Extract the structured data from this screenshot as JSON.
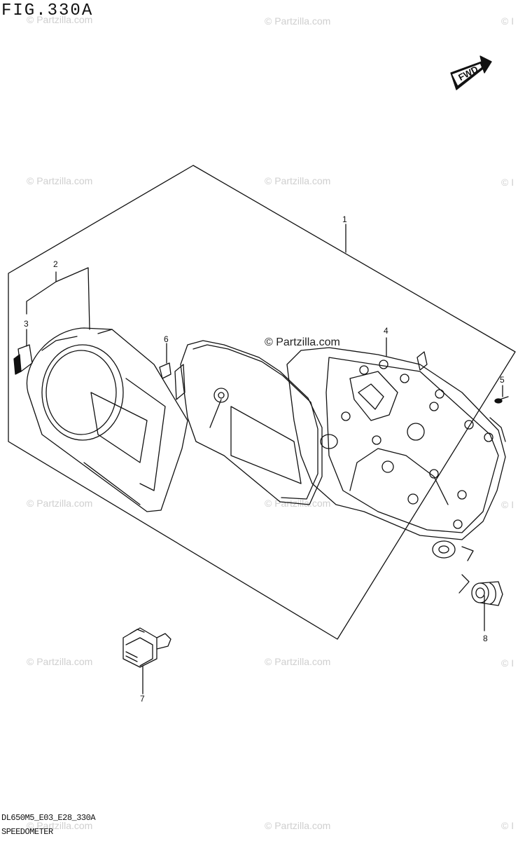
{
  "figure": {
    "title": "FIG.330A",
    "code": "DL650M5_E03_E28_330A",
    "name": "SPEEDOMETER"
  },
  "watermark": {
    "text": "© Partzilla.com",
    "center_text": "© Partzilla.com",
    "edge_text": "© I"
  },
  "fwd_badge": {
    "label": "FWD"
  },
  "callouts": [
    "1",
    "2",
    "3",
    "4",
    "5",
    "6",
    "7",
    "8"
  ]
}
